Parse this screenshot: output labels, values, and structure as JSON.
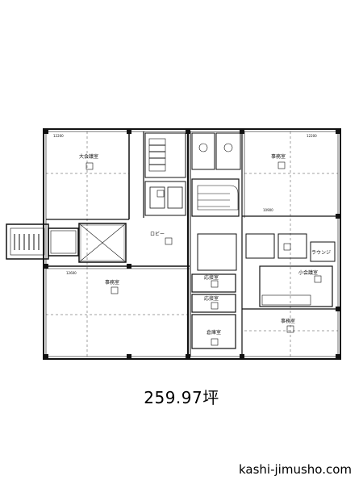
{
  "floorplan": {
    "area_text": "259.97坪",
    "site_text": "kashi-jimusho.com",
    "room_labels": {
      "tl_conference": "大会議室",
      "tr_office": "事務室",
      "lobby": "ロビー",
      "bl_office": "事務室",
      "br_office": "事務室",
      "small_conf": "小会議室",
      "reception": "応接室",
      "reception_b": "応接室",
      "storage": "倉庫室",
      "lounge": "ラウンジ"
    },
    "dims": {
      "top_left": "12200",
      "top_right": "12200",
      "mid_left": "12600",
      "mid_right": "10900"
    }
  }
}
